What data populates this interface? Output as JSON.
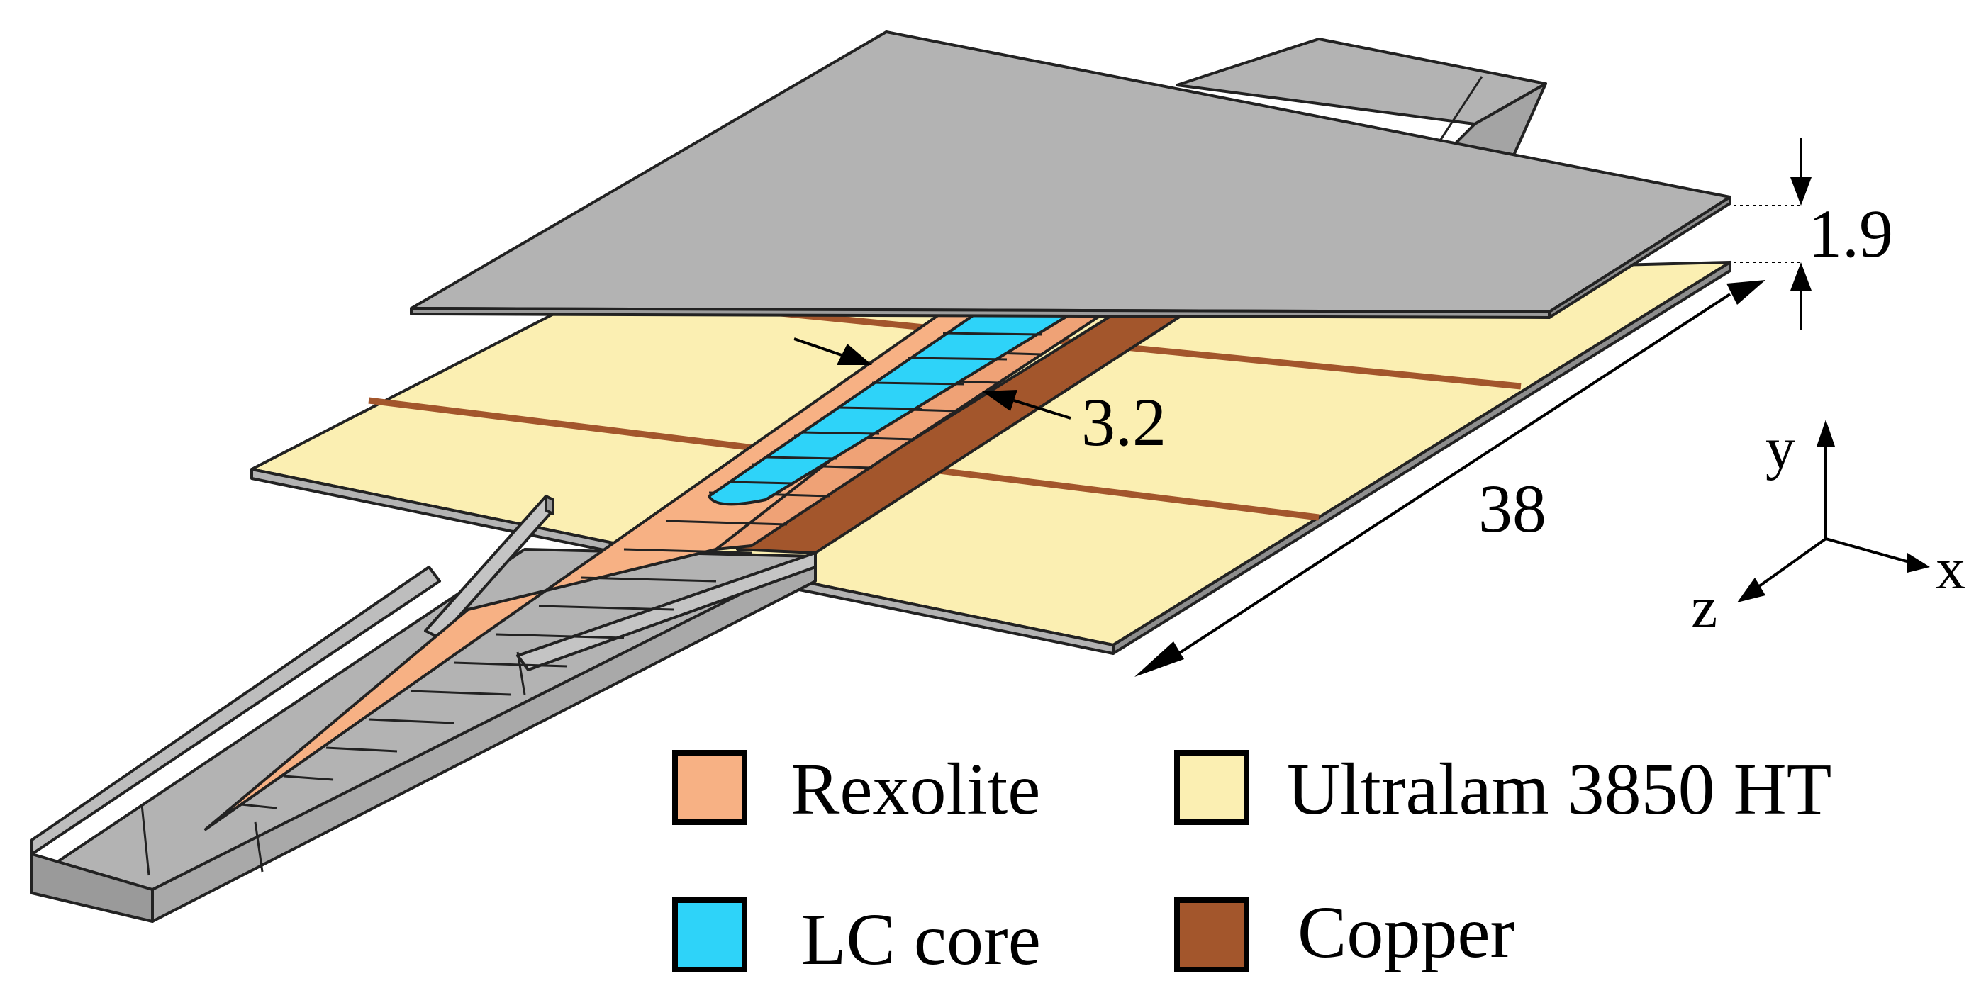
{
  "dimensions": {
    "gap": "1.9",
    "width": "3.2",
    "length": "38"
  },
  "axes": {
    "x": "x",
    "y": "y",
    "z": "z"
  },
  "legend": [
    {
      "label": "Rexolite",
      "color": "#f7b184"
    },
    {
      "label": "Ultralam 3850 HT",
      "color": "#fbefb2"
    },
    {
      "label": "LC core",
      "color": "#2ed3f9"
    },
    {
      "label": "Copper",
      "color": "#a3562c"
    }
  ],
  "colors": {
    "metal": "#b3b3b3",
    "metal_dark": "#8e8e8e",
    "rexolite": "#f7b184",
    "substrate": "#fbefb2",
    "lc_core": "#2ed3f9",
    "copper": "#a3562c"
  }
}
